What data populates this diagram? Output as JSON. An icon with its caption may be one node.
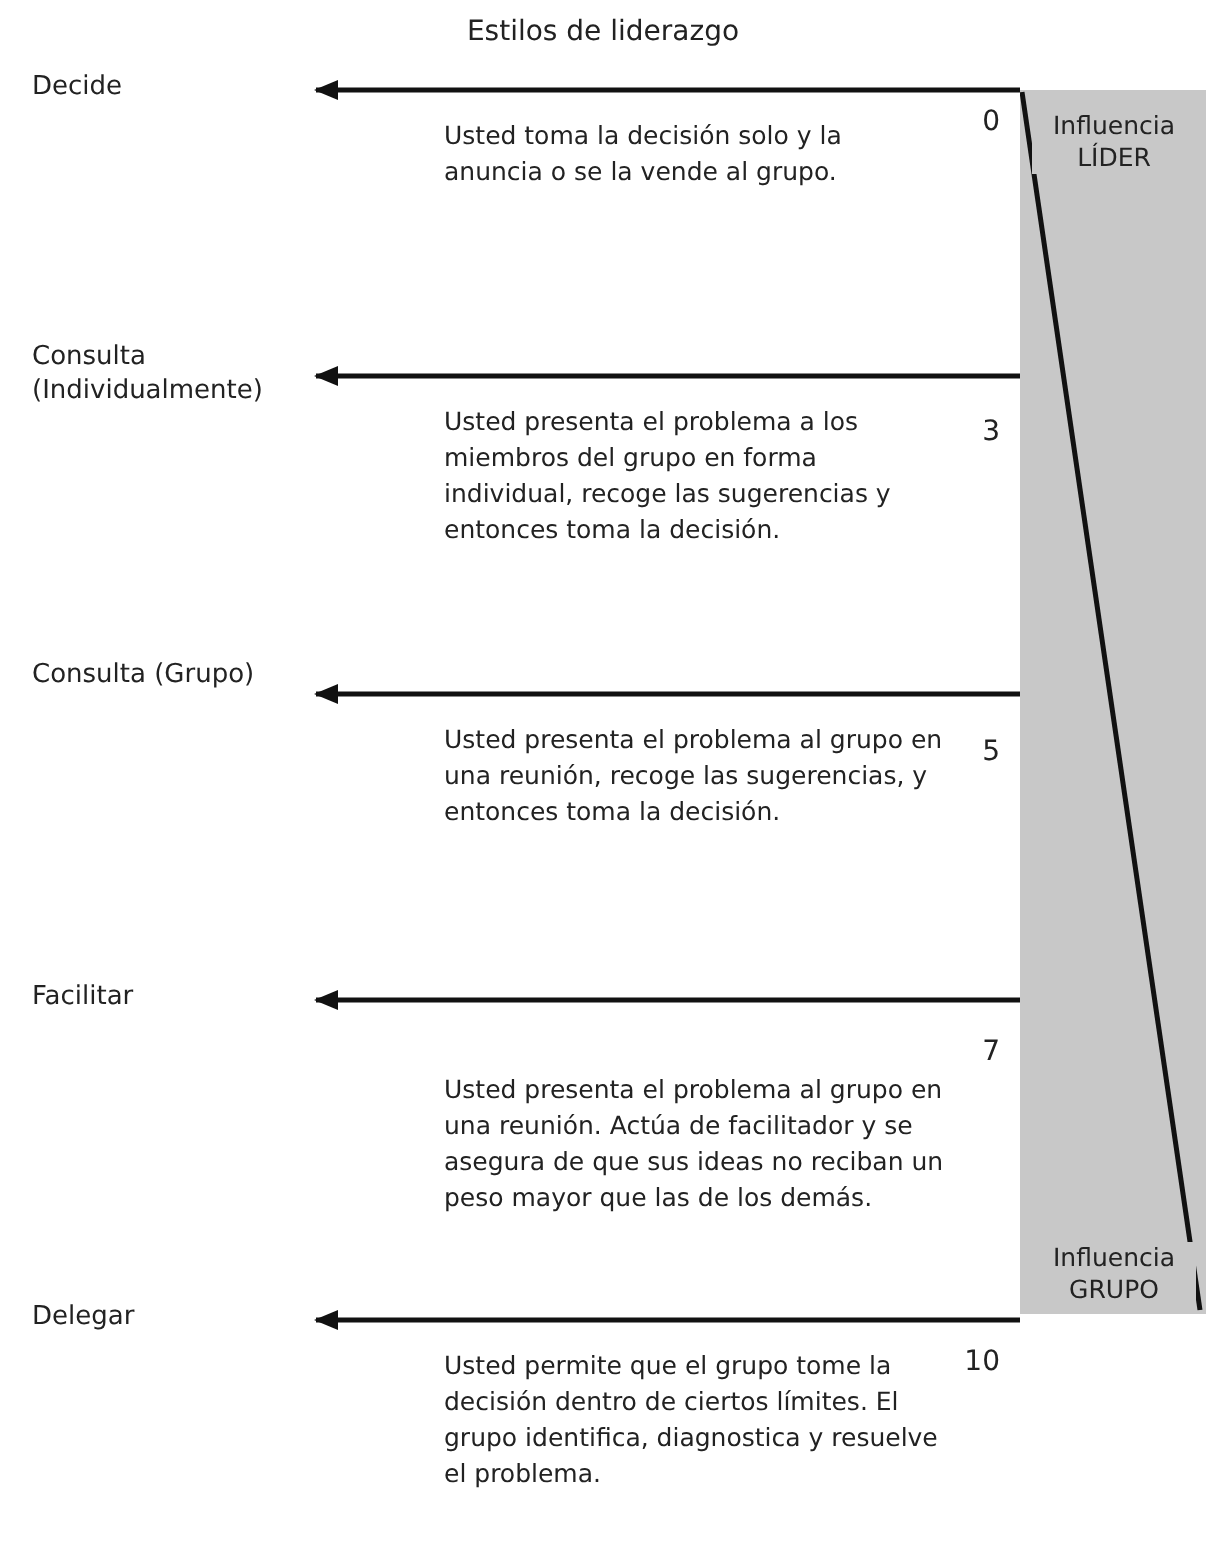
{
  "diagram": {
    "title": "Estilos de liderazgo",
    "nodes": [
      {
        "text": [
          "Influencia LÍDER",
          "Influencia GRUPO"
        ]
      },
      {
        "text": [
          "Decide"
        ]
      },
      {
        "text": [
          "Consulta (Individualmente)"
        ]
      },
      {
        "text": [
          "Consulta (Grupo)"
        ]
      },
      {
        "text": [
          "Facilitar"
        ]
      },
      {
        "text": [
          "Delegar"
        ]
      }
    ],
    "edges": [
      {
        "from": 0,
        "to": 1,
        "arrow": "to"
      },
      {
        "from": 0,
        "to": 2,
        "arrow": "to"
      },
      {
        "from": 0,
        "to": 3,
        "arrow": "to"
      },
      {
        "from": 0,
        "to": 4,
        "arrow": "to"
      },
      {
        "from": 0,
        "to": 5,
        "arrow": "to"
      }
    ],
    "labels": [
      "0",
      "Usted toma la decisión solo y la anuncia o se la vende al grupo.",
      "3",
      "Usted presenta el problema a los miembros del grupo en forma individual, recoge las sugerencias y entonces toma la decisión.",
      "Usted presenta el problema al grupo en una reunión, recoge las sugerencias, y entonces toma la decisión.",
      "5",
      "7",
      "Usted presenta el problema al grupo en una reunión. Actúa de facilitador y se asegura de que sus ideas no reciban un peso mayor que las de los demás.",
      "Usted permite que el grupo tome la decisión dentro de ciertos límites. El grupo identifica, diagnostica y resuelve el problema.",
      "10"
    ]
  }
}
